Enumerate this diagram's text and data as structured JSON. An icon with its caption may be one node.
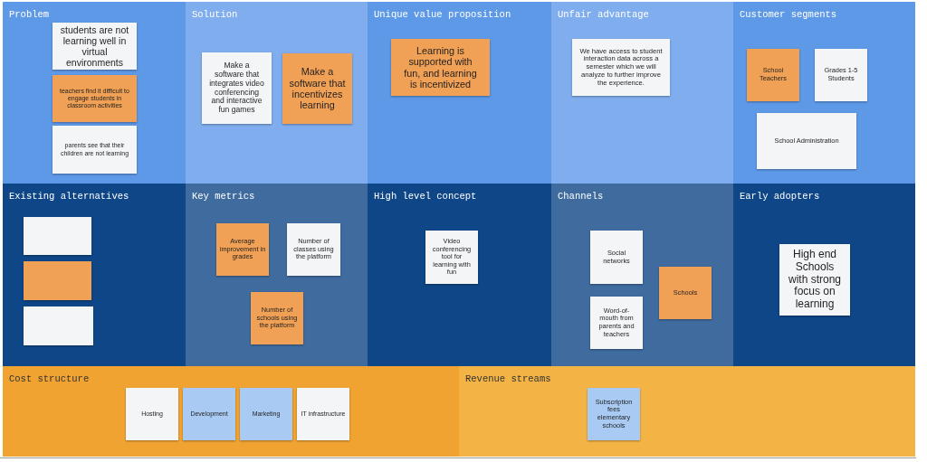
{
  "diagram": {
    "nodes": [
      {
        "text": [
          "Problem"
        ]
      },
      {
        "text": [
          "students are not learning well in virtual environments"
        ],
        "in": 0
      },
      {
        "text": [
          "teachers find it difficult to engage students in classroom activities"
        ],
        "in": 0
      },
      {
        "text": [
          "parents see that their children are not learning"
        ],
        "in": 0
      },
      {
        "text": [
          "Solution"
        ]
      },
      {
        "text": [
          "Make a software that integrates video conferencing and interactive fun games"
        ],
        "in": 4
      },
      {
        "text": [
          "Make a software that incentivizes learning"
        ],
        "in": 4
      },
      {
        "text": [
          "Unique value proposition"
        ]
      },
      {
        "text": [
          "Learning is supported with fun, and learning is incentivized"
        ],
        "in": 7
      },
      {
        "text": [
          "Unfair advantage"
        ]
      },
      {
        "text": [
          "We have access to student interaction data across a semester which we will analyze to further improve the experience."
        ],
        "in": 9
      },
      {
        "text": [
          "Customer segments"
        ]
      },
      {
        "text": [
          "School Teachers"
        ],
        "in": 11
      },
      {
        "text": [
          "Grades 1-5 Students"
        ],
        "in": 11
      },
      {
        "text": [
          "School Administration"
        ],
        "in": 11
      },
      {
        "text": [
          "Existing alternatives"
        ]
      },
      {
        "text": [],
        "shape": "box",
        "in": 15
      },
      {
        "text": [],
        "shape": "box",
        "in": 15
      },
      {
        "text": [],
        "shape": "box",
        "in": 15
      },
      {
        "text": [
          "Key metrics"
        ]
      },
      {
        "text": [
          "Average improvement in grades"
        ],
        "in": 19
      },
      {
        "text": [
          "Number of classes using the platform"
        ],
        "in": 19
      },
      {
        "text": [
          "Number of schools using the platform"
        ],
        "in": 19
      },
      {
        "text": [
          "High level concept"
        ]
      },
      {
        "text": [
          "Video conferencing tool for learning with fun"
        ],
        "in": 23
      },
      {
        "text": [
          "Channels"
        ]
      },
      {
        "text": [
          "Social networks"
        ],
        "in": 25
      },
      {
        "text": [
          "Schools"
        ],
        "in": 25
      },
      {
        "text": [
          "Word-of-mouth from parents and teachers"
        ],
        "in": 25
      },
      {
        "text": [
          "Early adopters"
        ]
      },
      {
        "text": [
          "High end Schools with strong focus on learning"
        ],
        "in": 29
      },
      {
        "text": [
          "Cost structure"
        ]
      },
      {
        "text": [
          "Hosting"
        ],
        "in": 31
      },
      {
        "text": [
          "Development"
        ],
        "in": 31
      },
      {
        "text": [
          "Marketing"
        ],
        "in": 31
      },
      {
        "text": [
          "IT infrastructure"
        ],
        "in": 31
      },
      {
        "text": [
          "Revenue streams"
        ]
      },
      {
        "text": [
          "Subscription fees elementary schools"
        ],
        "in": 36
      }
    ]
  }
}
